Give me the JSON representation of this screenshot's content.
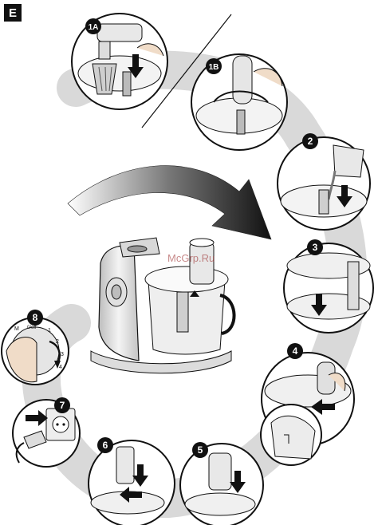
{
  "section": "E",
  "watermark": "McGrp.Ru",
  "steps": {
    "s1a": "1A",
    "s1b": "1B",
    "s2": "2",
    "s3": "3",
    "s4": "4",
    "s5": "5",
    "s6": "6",
    "s7": "7",
    "s8": "8"
  },
  "dial": {
    "m": "M",
    "off": "0/off",
    "n1": "1",
    "n2": "2",
    "n3": "3",
    "n4": "4"
  },
  "colors": {
    "outline": "#111111",
    "shade": "#d6d6d6",
    "arrow": "#1a1a1a"
  },
  "icons": [
    "curved-arrow-icon",
    "down-arrow-icon",
    "plug-icon",
    "socket-icon",
    "hand-icon"
  ]
}
